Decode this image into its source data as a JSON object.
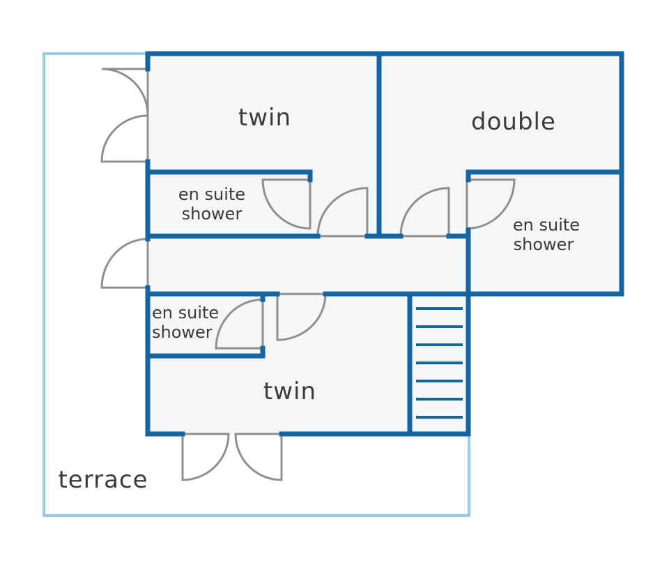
{
  "plan": {
    "rooms": {
      "twin_upper": "twin",
      "double": "double",
      "ensuite_left": [
        "en suite",
        "shower"
      ],
      "ensuite_right": [
        "en suite",
        "shower"
      ],
      "ensuite_lower": [
        "en suite",
        "shower"
      ],
      "twin_lower": "twin",
      "terrace": "terrace"
    },
    "colors": {
      "wall": "#1466a1",
      "terrace_outline": "#97cde6",
      "floor": "#f5f6f7",
      "door": "#8f8f8f",
      "text": "#3a3a3a"
    }
  }
}
